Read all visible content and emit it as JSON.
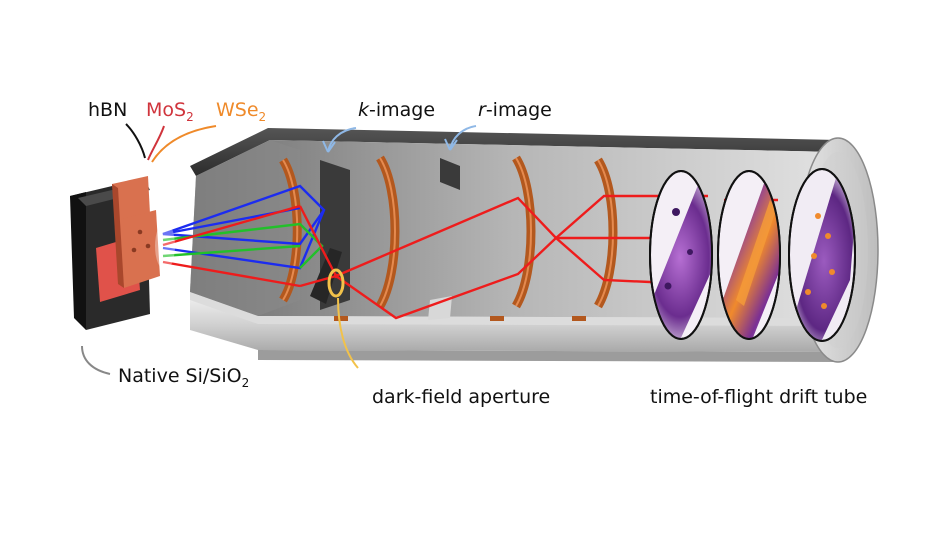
{
  "labels": {
    "hbn": "hBN",
    "mos2_main": "MoS",
    "mos2_sub": "2",
    "wse2_main": "WSe",
    "wse2_sub": "2",
    "k_image_italic": "k",
    "k_image_rest": "-image",
    "r_image_italic": "r",
    "r_image_rest": "-image",
    "substrate_main": "Native Si/SiO",
    "substrate_sub": "2",
    "aperture": "dark-field aperture",
    "drift_tube": "time-of-flight drift tube"
  },
  "colors": {
    "label_text": "#111111",
    "mos2": "#d0343c",
    "wse2": "#ef8a2a",
    "callout_blue": "#8fb8e6",
    "callout_yellow": "#f2c24a",
    "beam_red": "#ee1c1c",
    "beam_green": "#22c02a",
    "beam_blue": "#1c2cf0",
    "tube_grey": "#c9c9c9",
    "lens_copper": "#b3581e",
    "sample_flake": "#d9714f",
    "substrate_dark": "#2a2a2a",
    "image_purple": "#6b2d8f"
  }
}
